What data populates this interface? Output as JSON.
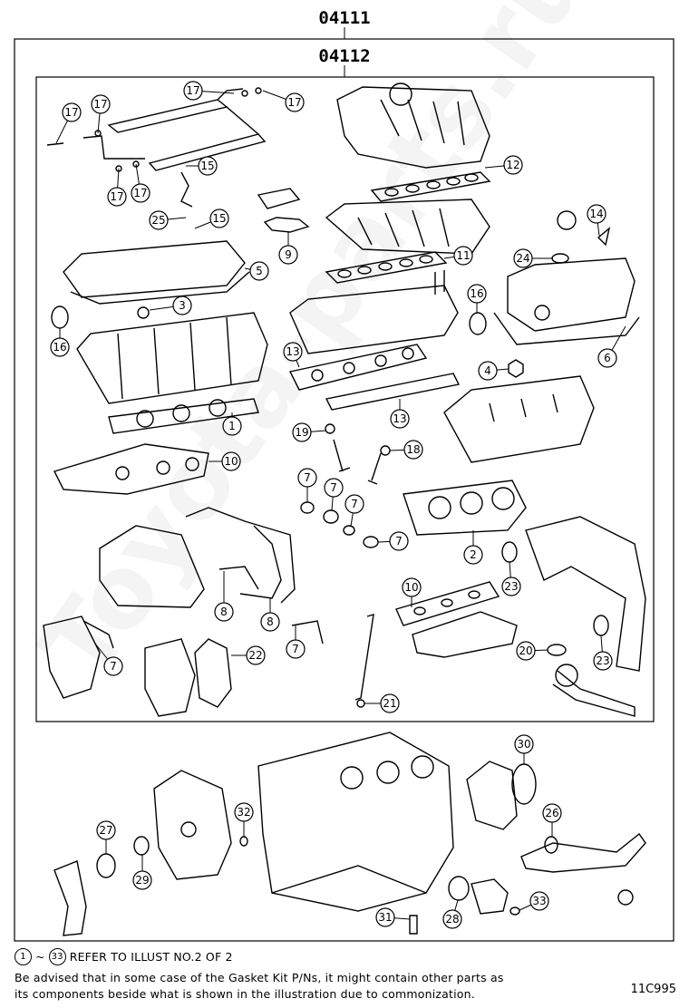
{
  "headers": {
    "outer": "04111",
    "inner": "04112"
  },
  "callouts": [
    {
      "id": "c17a",
      "label": "17"
    },
    {
      "id": "c17b",
      "label": "17"
    },
    {
      "id": "c17c",
      "label": "17"
    },
    {
      "id": "c17d",
      "label": "17"
    },
    {
      "id": "c17e",
      "label": "17"
    },
    {
      "id": "c17f",
      "label": "17"
    },
    {
      "id": "c15a",
      "label": "15"
    },
    {
      "id": "c25",
      "label": "25"
    },
    {
      "id": "c15b",
      "label": "15"
    },
    {
      "id": "c9",
      "label": "9"
    },
    {
      "id": "c12",
      "label": "12"
    },
    {
      "id": "c14",
      "label": "14"
    },
    {
      "id": "c24",
      "label": "24"
    },
    {
      "id": "c5",
      "label": "5"
    },
    {
      "id": "c11",
      "label": "11"
    },
    {
      "id": "c3",
      "label": "3"
    },
    {
      "id": "c16a",
      "label": "16"
    },
    {
      "id": "c16b",
      "label": "16"
    },
    {
      "id": "c6",
      "label": "6"
    },
    {
      "id": "c13a",
      "label": "13"
    },
    {
      "id": "c4",
      "label": "4"
    },
    {
      "id": "c13b",
      "label": "13"
    },
    {
      "id": "c1",
      "label": "1"
    },
    {
      "id": "c19",
      "label": "19"
    },
    {
      "id": "c18",
      "label": "18"
    },
    {
      "id": "c10a",
      "label": "10"
    },
    {
      "id": "c7a",
      "label": "7"
    },
    {
      "id": "c7b",
      "label": "7"
    },
    {
      "id": "c7c",
      "label": "7"
    },
    {
      "id": "c7d",
      "label": "7"
    },
    {
      "id": "c2",
      "label": "2"
    },
    {
      "id": "c23a",
      "label": "23"
    },
    {
      "id": "c10b",
      "label": "10"
    },
    {
      "id": "c8a",
      "label": "8"
    },
    {
      "id": "c8b",
      "label": "8"
    },
    {
      "id": "c7e",
      "label": "7"
    },
    {
      "id": "c7f",
      "label": "7"
    },
    {
      "id": "c22",
      "label": "22"
    },
    {
      "id": "c20",
      "label": "20"
    },
    {
      "id": "c23b",
      "label": "23"
    },
    {
      "id": "c21",
      "label": "21"
    },
    {
      "id": "c30",
      "label": "30"
    },
    {
      "id": "c26",
      "label": "26"
    },
    {
      "id": "c32",
      "label": "32"
    },
    {
      "id": "c27",
      "label": "27"
    },
    {
      "id": "c29",
      "label": "29"
    },
    {
      "id": "c33",
      "label": "33"
    },
    {
      "id": "c31",
      "label": "31"
    },
    {
      "id": "c28",
      "label": "28"
    }
  ],
  "notes": {
    "ref_from": "1",
    "ref_tilde": "~",
    "ref_to": "33",
    "ref_text": "REFER TO ILLUST NO.2 OF 2",
    "line1": "Be advised that in some case of the Gasket Kit P/Ns,  it might contain other parts as",
    "line2": "its components beside what is shown in the illustration due to commonization."
  },
  "illustration_code": "11C995",
  "watermark": "Toyota-parts.ru"
}
